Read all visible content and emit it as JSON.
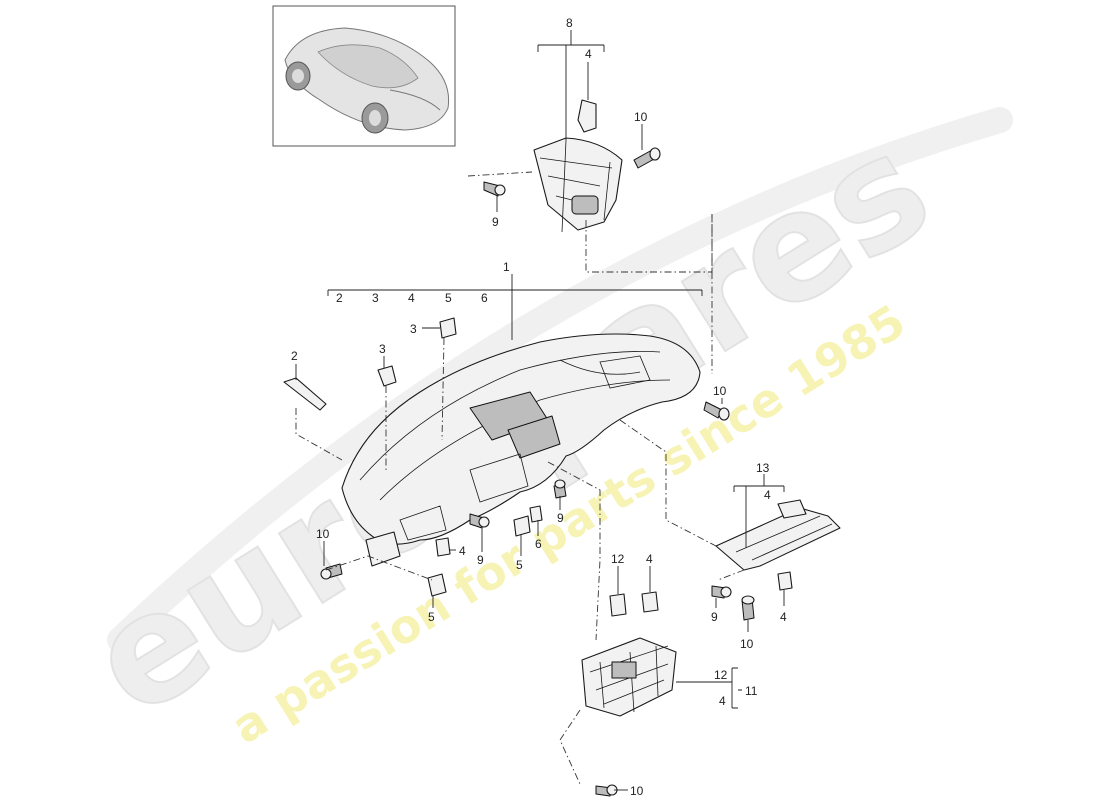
{
  "watermark": {
    "brand": "eurospares",
    "tagline": "a passion for parts since 1985",
    "brand_color": "#ededed",
    "tagline_color": "#f5f2a8"
  },
  "diagram": {
    "thumbnail": {
      "icon": "sports-car-icon"
    },
    "callouts": {
      "c1": "1",
      "c2_group": "2",
      "c3_group": "3",
      "c4_group": "4",
      "c5_group": "5",
      "c6_group": "6",
      "c2_side": "2",
      "c3_side": "3",
      "c3_clip": "3",
      "c8": "8",
      "c4_top": "4",
      "c10_top": "10",
      "c9_top": "9",
      "c10_right": "10",
      "c10_left": "10",
      "c4_mid": "4",
      "c9_mid_a": "9",
      "c9_mid_b": "9",
      "c6_mid": "6",
      "c5_mid": "5",
      "c5_left": "5",
      "c13": "13",
      "c4_13": "4",
      "c9_13": "9",
      "c10_13": "10",
      "c4_13b": "4",
      "c12_top": "12",
      "c4_12": "4",
      "c12_11": "12",
      "c4_11": "4",
      "c11": "11",
      "c10_bottom": "10"
    }
  }
}
